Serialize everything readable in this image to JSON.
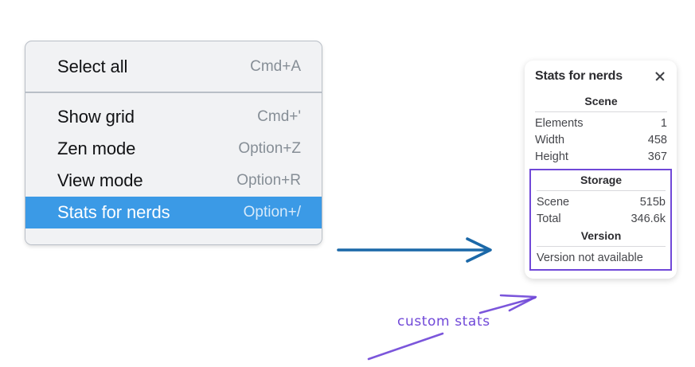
{
  "canvas": {
    "background": "#ffffff",
    "accent_blue": "#3b9ae6",
    "arrow_blue": "#1b68a8",
    "annotation_purple": "#7048d8"
  },
  "context_menu": {
    "sections": [
      {
        "items": [
          {
            "label": "Select all",
            "shortcut": "Cmd+A",
            "selected": false
          }
        ]
      },
      {
        "items": [
          {
            "label": "Show grid",
            "shortcut": "Cmd+'",
            "selected": false
          },
          {
            "label": "Zen mode",
            "shortcut": "Option+Z",
            "selected": false
          },
          {
            "label": "View mode",
            "shortcut": "Option+R",
            "selected": false
          },
          {
            "label": "Stats for nerds",
            "shortcut": "Option+/",
            "selected": true
          }
        ]
      }
    ]
  },
  "stats_panel": {
    "title": "Stats for nerds",
    "close_icon": "close-icon",
    "scene": {
      "heading": "Scene",
      "rows": [
        {
          "key": "Elements",
          "value": "1"
        },
        {
          "key": "Width",
          "value": "458"
        },
        {
          "key": "Height",
          "value": "367"
        }
      ]
    },
    "storage": {
      "heading": "Storage",
      "rows": [
        {
          "key": "Scene",
          "value": "515b"
        },
        {
          "key": "Total",
          "value": "346.6k"
        }
      ]
    },
    "version": {
      "heading": "Version",
      "note": "Version not available"
    }
  },
  "annotations": {
    "custom_stats_label": "custom stats"
  }
}
